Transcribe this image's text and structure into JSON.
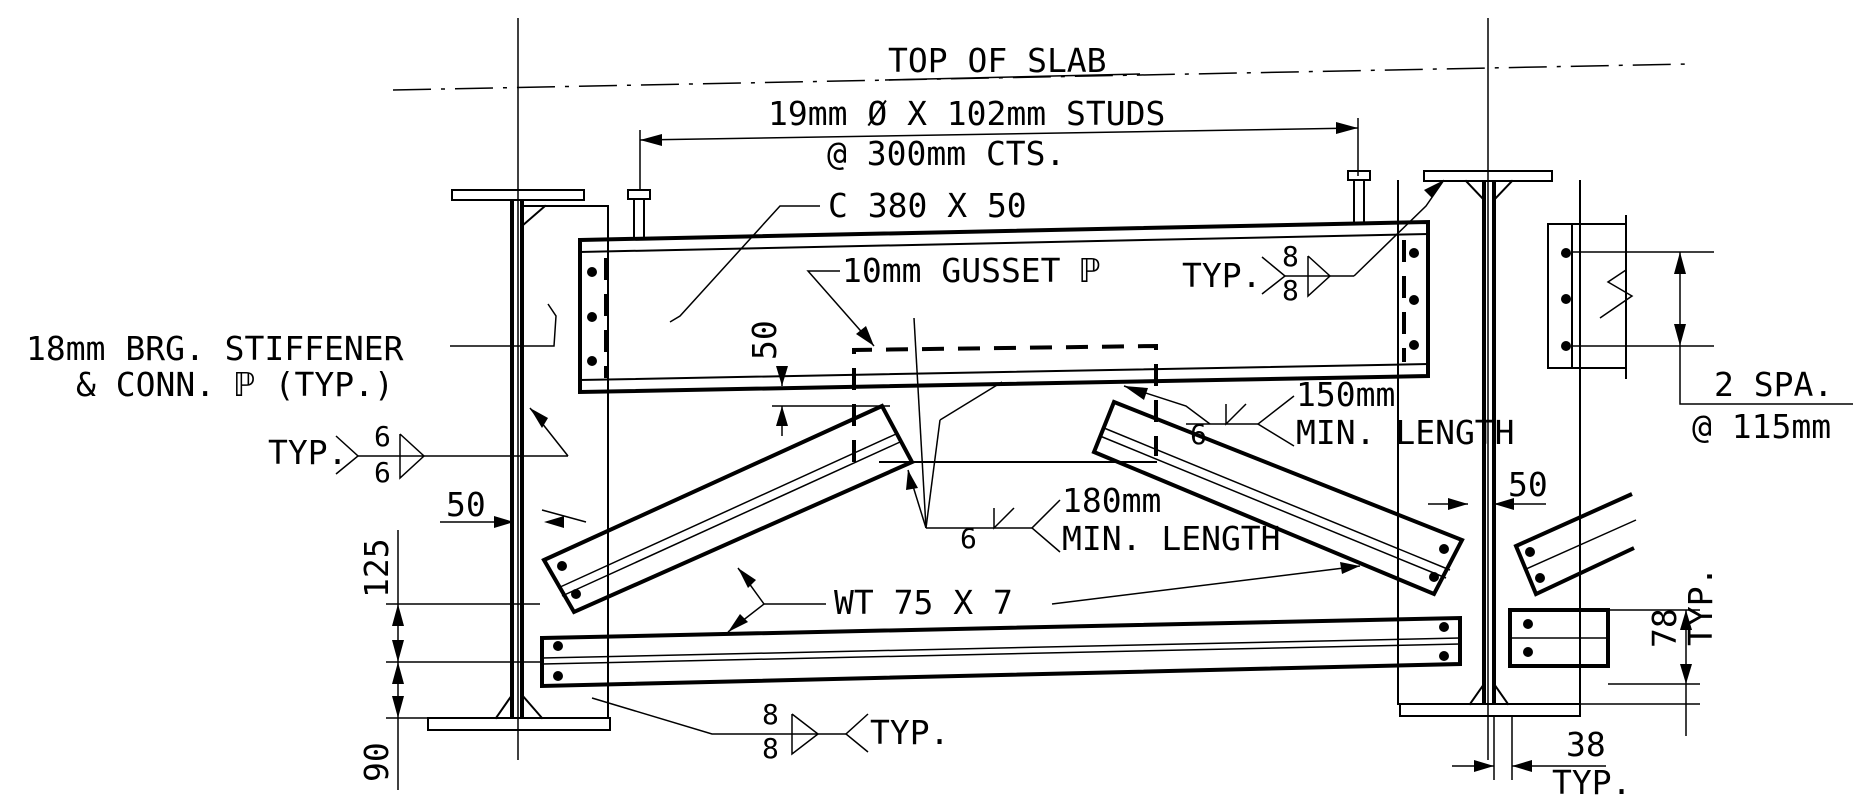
{
  "labels": {
    "top_of_slab": "TOP OF SLAB",
    "studs_line1": "19mm Ø X 102mm STUDS",
    "studs_line2": "@ 300mm CTS.",
    "channel": "C 380 X 50",
    "gusset": "10mm GUSSET ℙ",
    "gusset_typ": "TYP.",
    "stiffener_line1": "18mm BRG. STIFFENER",
    "stiffener_line2": "& CONN. ℙ (TYP.)",
    "weld_typ_left": "TYP.",
    "wt_member": "WT 75 X 7",
    "typ_bottom": "TYP.",
    "weld150_line1": "150mm",
    "weld150_line2": "MIN. LENGTH",
    "weld180_line1": "180mm",
    "weld180_line2": "MIN. LENGTH",
    "spa_line1": "2 SPA.",
    "spa_line2": "@ 115mm",
    "typ_78": "TYP.",
    "typ_38": "TYP."
  },
  "dimensions": {
    "d50_gusset": "50",
    "d50_left": "50",
    "d50_right": "50",
    "d125": "125",
    "d90": "90",
    "d78": "78",
    "d38": "38"
  },
  "welds": {
    "gusset_top": "8",
    "gusset_bot": "8",
    "stiff_top": "6",
    "stiff_bot": "6",
    "w150": "6",
    "w180": "6",
    "bottom_top": "8",
    "bottom_bot": "8"
  }
}
